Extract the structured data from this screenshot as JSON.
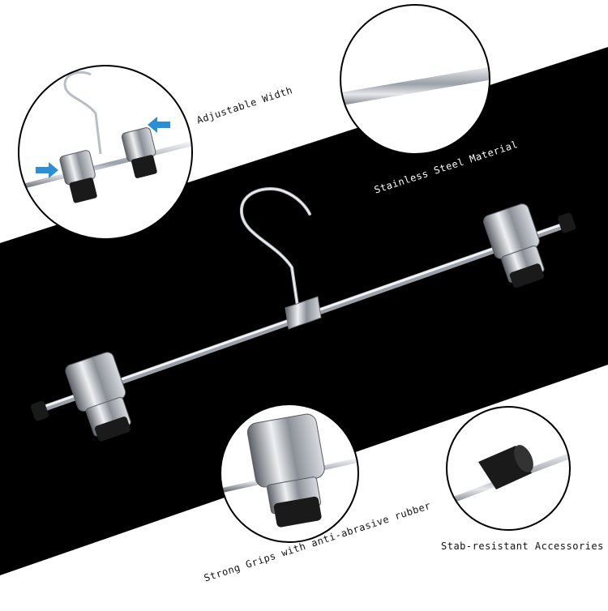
{
  "labels": {
    "adjustable_width": "Adjustable Width",
    "stainless_steel": "Stainless Steel Material",
    "strong_grips": "Strong Grips with anti-abrasive rubber",
    "stab_resistant": "Stab-resistant Accessories"
  },
  "colors": {
    "background": "#ffffff",
    "band": "#000000",
    "steel": "#c8ccd2",
    "rubber": "#1a1a1a",
    "arrow": "#2b8fd6"
  }
}
